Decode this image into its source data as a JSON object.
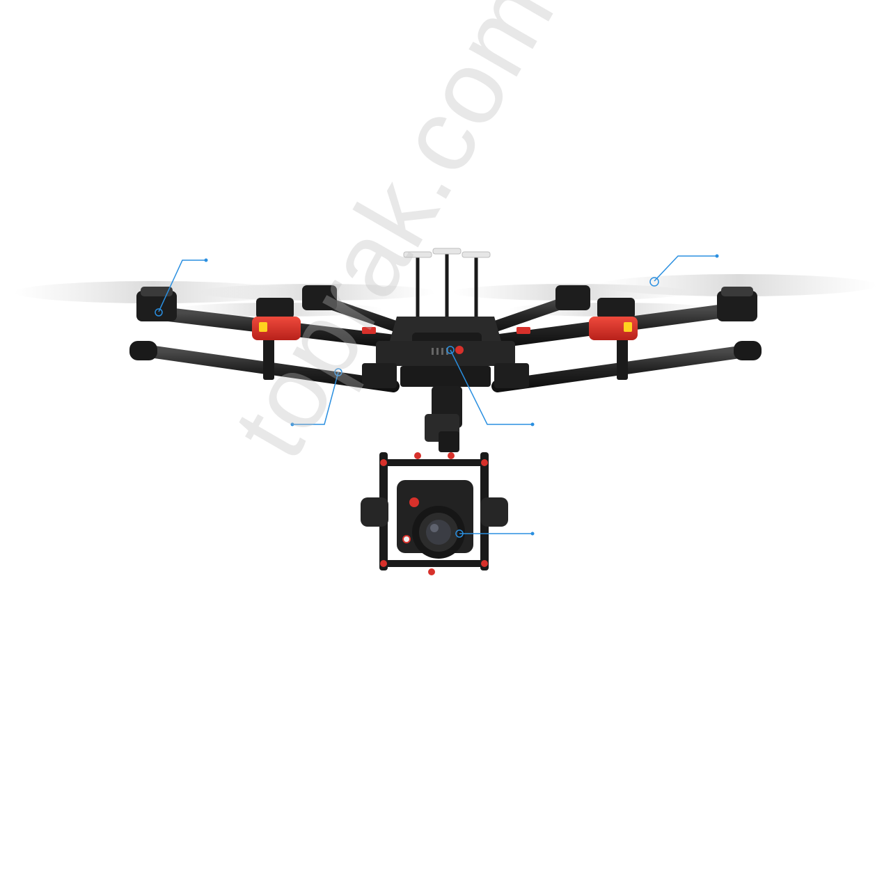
{
  "watermark": {
    "text": "toprak.com.tr"
  },
  "colors": {
    "background": "#ffffff",
    "carbon": "#2b2b2b",
    "carbon_dark": "#1a1a1a",
    "accent_red": "#d7312b",
    "callout_blue": "#2a8fe0",
    "led_yellow": "#ffd21f"
  },
  "callouts": [
    {
      "name": "motor-callout"
    },
    {
      "name": "propeller-callout"
    },
    {
      "name": "arm-callout"
    },
    {
      "name": "body-callout"
    },
    {
      "name": "camera-callout"
    }
  ]
}
